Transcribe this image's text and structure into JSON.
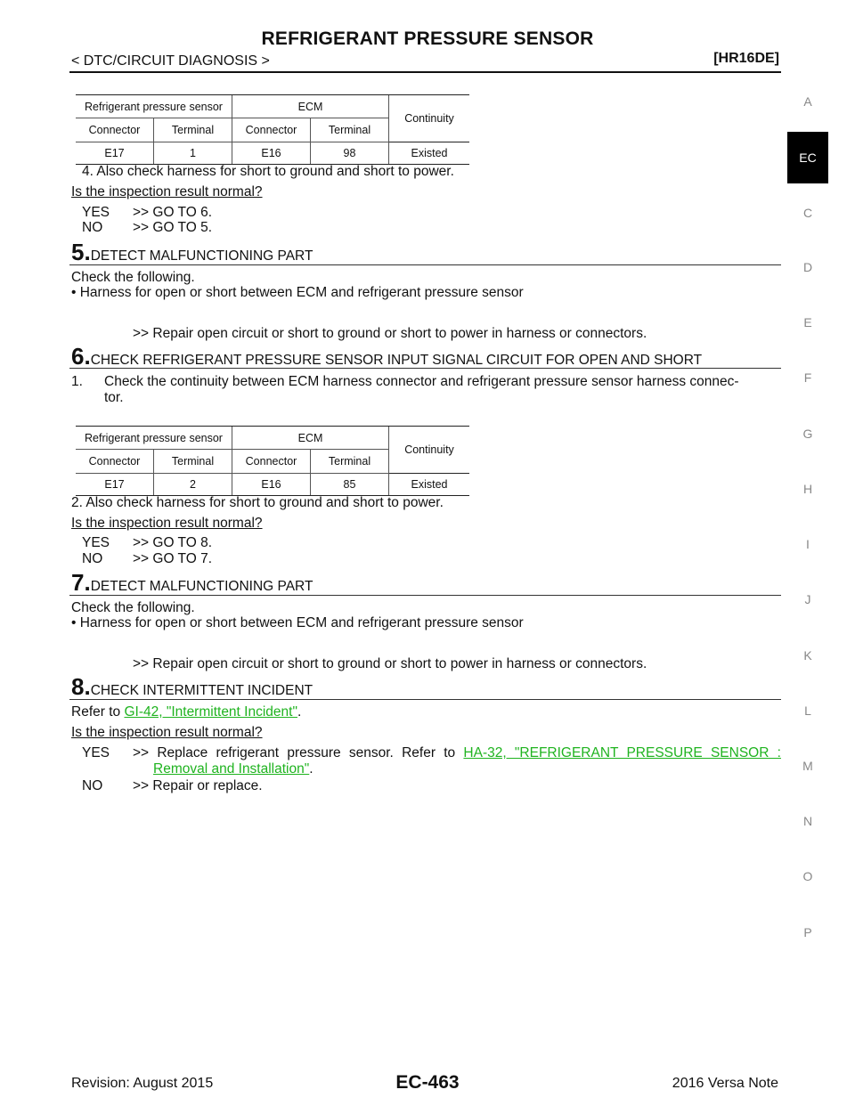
{
  "header": {
    "title": "REFRIGERANT PRESSURE SENSOR",
    "breadcrumb": "< DTC/CIRCUIT DIAGNOSIS >",
    "model": "[HR16DE]"
  },
  "tabs": [
    "A",
    "EC",
    "C",
    "D",
    "E",
    "F",
    "G",
    "H",
    "I",
    "J",
    "K",
    "L",
    "M",
    "N",
    "O",
    "P"
  ],
  "table_headers": {
    "sensor": "Refrigerant pressure sensor",
    "ecm": "ECM",
    "continuity": "Continuity",
    "connector": "Connector",
    "terminal": "Terminal"
  },
  "table1": {
    "sensor_connector": "E17",
    "sensor_terminal": "1",
    "ecm_connector": "E16",
    "ecm_terminal": "98",
    "continuity": "Existed"
  },
  "table2": {
    "sensor_connector": "E17",
    "sensor_terminal": "2",
    "ecm_connector": "E16",
    "ecm_terminal": "85",
    "continuity": "Existed"
  },
  "step4_text": "4.   Also check harness for short to ground and short to power.",
  "question": "Is the inspection result normal?",
  "result_a": {
    "yes_label": "YES",
    "yes_text": ">> GO TO 6.",
    "no_label": "NO",
    "no_text": ">> GO TO 5."
  },
  "step5": {
    "number": "5.",
    "title": "DETECT MALFUNCTIONING PART",
    "intro": "Check the following.",
    "bullet": "•  Harness for open or short between ECM and refrigerant pressure sensor",
    "action": ">> Repair open circuit or short to ground or short to power in harness or connectors."
  },
  "step6": {
    "number": "6.",
    "title": "CHECK REFRIGERANT PRESSURE SENSOR INPUT SIGNAL CIRCUIT FOR OPEN AND SHORT",
    "item1_num": "1.",
    "item1_line1": "Check the continuity between ECM harness connector and refrigerant pressure sensor harness connec-",
    "item1_line2": "tor.",
    "item2": "2.   Also check harness for short to ground and short to power."
  },
  "result_b": {
    "yes_label": "YES",
    "yes_text": ">> GO TO 8.",
    "no_label": "NO",
    "no_text": ">> GO TO 7."
  },
  "step7": {
    "number": "7.",
    "title": "DETECT MALFUNCTIONING PART",
    "intro": "Check the following.",
    "bullet": "•  Harness for open or short between ECM and refrigerant pressure sensor",
    "action": ">> Repair open circuit or short to ground or short to power in harness or connectors."
  },
  "step8": {
    "number": "8.",
    "title": "CHECK INTERMITTENT INCIDENT",
    "refer_prefix": "Refer to ",
    "refer_link": "GI-42, \"Intermittent Incident\"",
    "refer_suffix": "."
  },
  "result_c": {
    "yes_label": "YES",
    "yes_text": ">> Replace refrigerant pressure sensor. Refer to ",
    "yes_link1": "HA-32, \"REFRIGERANT PRESSURE SENSOR :",
    "yes_link2": "Removal and Installation\"",
    "yes_suffix": ".",
    "no_label": "NO",
    "no_text": ">> Repair or replace."
  },
  "footer": {
    "revision": "Revision: August 2015",
    "page": "EC-463",
    "vehicle": "2016 Versa Note"
  }
}
